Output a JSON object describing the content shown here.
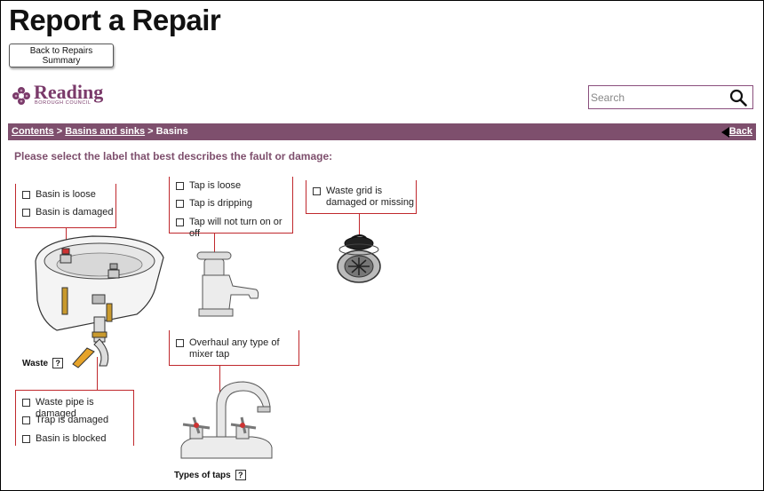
{
  "page": {
    "title": "Report a Repair"
  },
  "toolbar": {
    "back_summary_label": "Back to Repairs Summary"
  },
  "logo": {
    "name": "Reading",
    "subtitle": "BOROUGH COUNCIL"
  },
  "search": {
    "placeholder": "Search"
  },
  "breadcrumb": {
    "contents": "Contents",
    "separator": ">",
    "basins_and_sinks": "Basins and sinks",
    "current": "Basins",
    "back": "Back"
  },
  "instruction": "Please select the label that best describes the fault or damage:",
  "groups": {
    "basin": [
      "Basin is loose",
      "Basin is damaged"
    ],
    "tap": [
      "Tap is loose",
      "Tap is dripping",
      "Tap will not turn on or off"
    ],
    "waste_grid": [
      "Waste grid is damaged or missing"
    ],
    "mixer": [
      "Overhaul any type of mixer tap"
    ],
    "waste": [
      "Waste pipe is damaged",
      "Trap is damaged",
      "Basin is blocked"
    ]
  },
  "help_labels": {
    "waste": "Waste",
    "types_of_taps": "Types of taps",
    "help_glyph": "?"
  },
  "colors": {
    "accent": "#7e4f6d",
    "leader": "#c0282d",
    "brand": "#7a3a6a"
  }
}
